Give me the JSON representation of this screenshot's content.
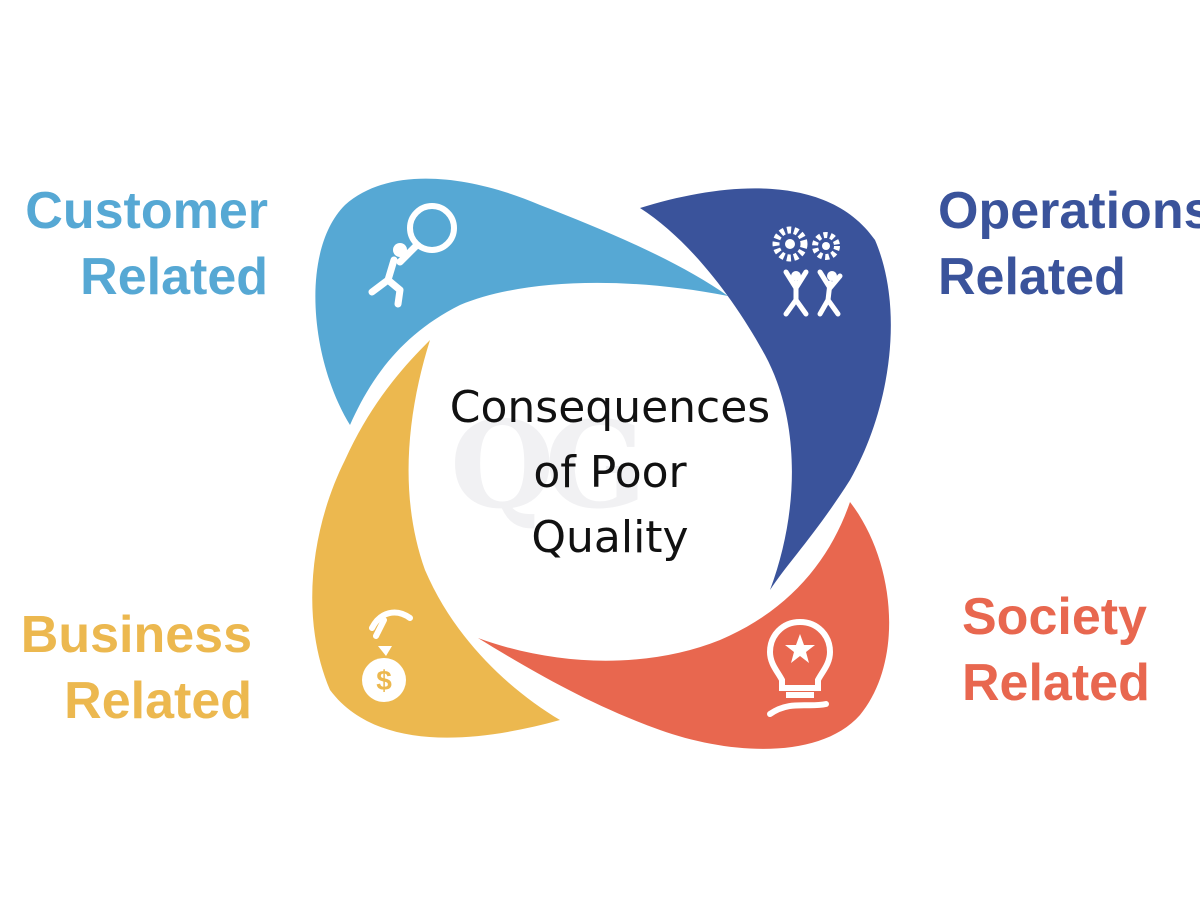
{
  "center": {
    "line1": "Consequences",
    "line2": "of Poor",
    "line3": "Quality"
  },
  "watermark": "QG",
  "categories": {
    "customer": {
      "line1": "Customer",
      "line2": "Related",
      "color": "#56a8d4",
      "icon": "magnifier-person-icon"
    },
    "operations": {
      "line1": "Operations",
      "line2": "Related",
      "color": "#3a539b",
      "icon": "gears-people-icon"
    },
    "society": {
      "line1": "Society",
      "line2": "Related",
      "color": "#e8674f",
      "icon": "lightbulb-hand-icon"
    },
    "business": {
      "line1": "Business",
      "line2": "Related",
      "color": "#ecb84f",
      "icon": "money-bag-hand-icon"
    }
  }
}
